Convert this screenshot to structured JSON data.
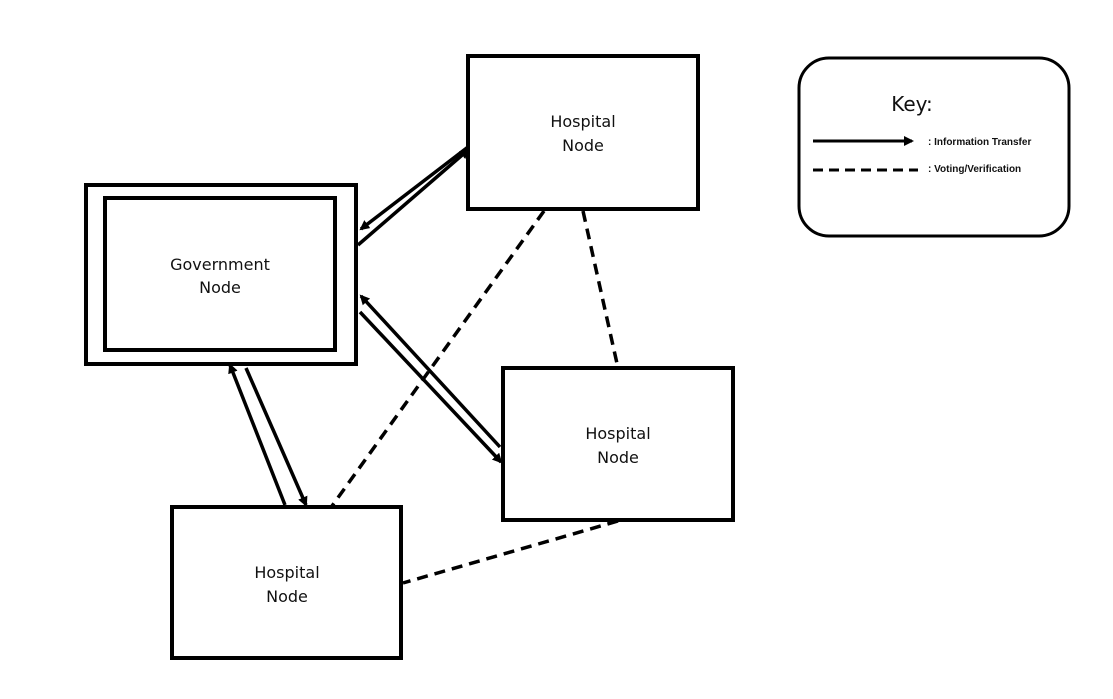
{
  "nodes": {
    "government": {
      "line1": "Government",
      "line2": "Node"
    },
    "hospital_top": {
      "line1": "Hospital",
      "line2": "Node"
    },
    "hospital_right": {
      "line1": "Hospital",
      "line2": "Node"
    },
    "hospital_bottom": {
      "line1": "Hospital",
      "line2": "Node"
    }
  },
  "key": {
    "title": "Key:",
    "information_transfer": ": Information Transfer",
    "voting_verification": ": Voting/Verification"
  },
  "colors": {
    "stroke": "#000000",
    "text": "#111111",
    "background": "#ffffff"
  }
}
